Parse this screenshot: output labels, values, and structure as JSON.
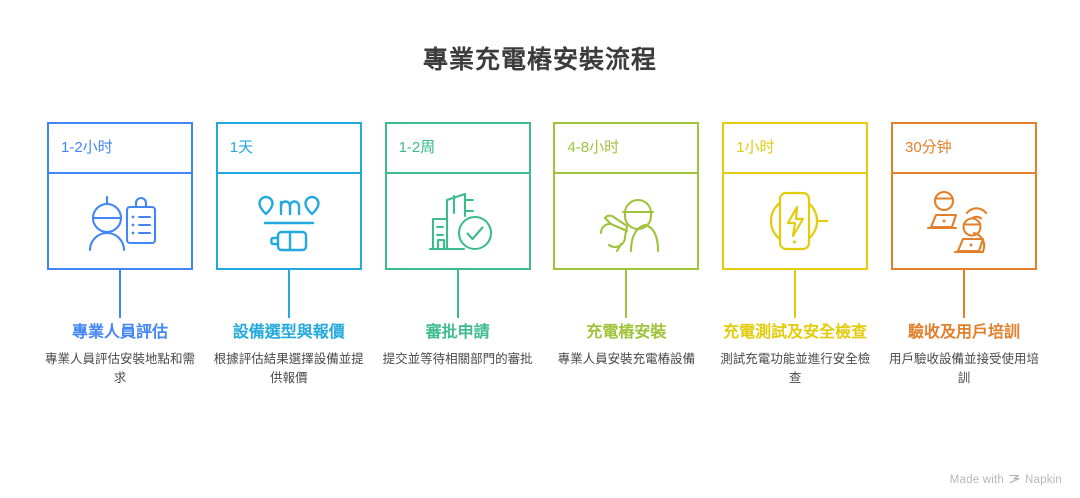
{
  "page": {
    "title": "專業充電樁安裝流程",
    "background": "#ffffff",
    "title_color": "#3c3c3c",
    "body_text_color": "#4a4a4a"
  },
  "watermark": {
    "prefix": "Made with",
    "brand": "Napkin",
    "mark_icon": "napkin-chevrons-icon",
    "color": "#b8b8b8"
  },
  "flow": {
    "steps": [
      {
        "duration": "1-2小时",
        "title": "專業人員評估",
        "desc": "專業人員評估安裝地點和需求",
        "color": "#4285f4",
        "icon": "person-with-clipboard-icon"
      },
      {
        "duration": "1天",
        "title": "設備選型與報價",
        "desc": "根據評估結果選擇設備並提供報價",
        "color": "#23a9dd",
        "icon": "device-selection-battery-icon"
      },
      {
        "duration": "1-2周",
        "title": "審批申請",
        "desc": "提交並等待相關部門的審批",
        "color": "#3cbc8d",
        "icon": "building-approval-check-icon"
      },
      {
        "duration": "4-8小时",
        "title": "充電樁安裝",
        "desc": "專業人員安裝充電樁設備",
        "color": "#9fc33a",
        "icon": "worker-installing-icon"
      },
      {
        "duration": "1小时",
        "title": "充電測試及安全檢查",
        "desc": "測試充電功能並進行安全檢查",
        "color": "#e3cb0d",
        "icon": "wireless-charging-phone-icon"
      },
      {
        "duration": "30分钟",
        "title": "驗收及用戶培訓",
        "desc": "用戶驗收設備並接受使用培訓",
        "color": "#e2802c",
        "icon": "user-training-laptops-icon"
      }
    ]
  }
}
